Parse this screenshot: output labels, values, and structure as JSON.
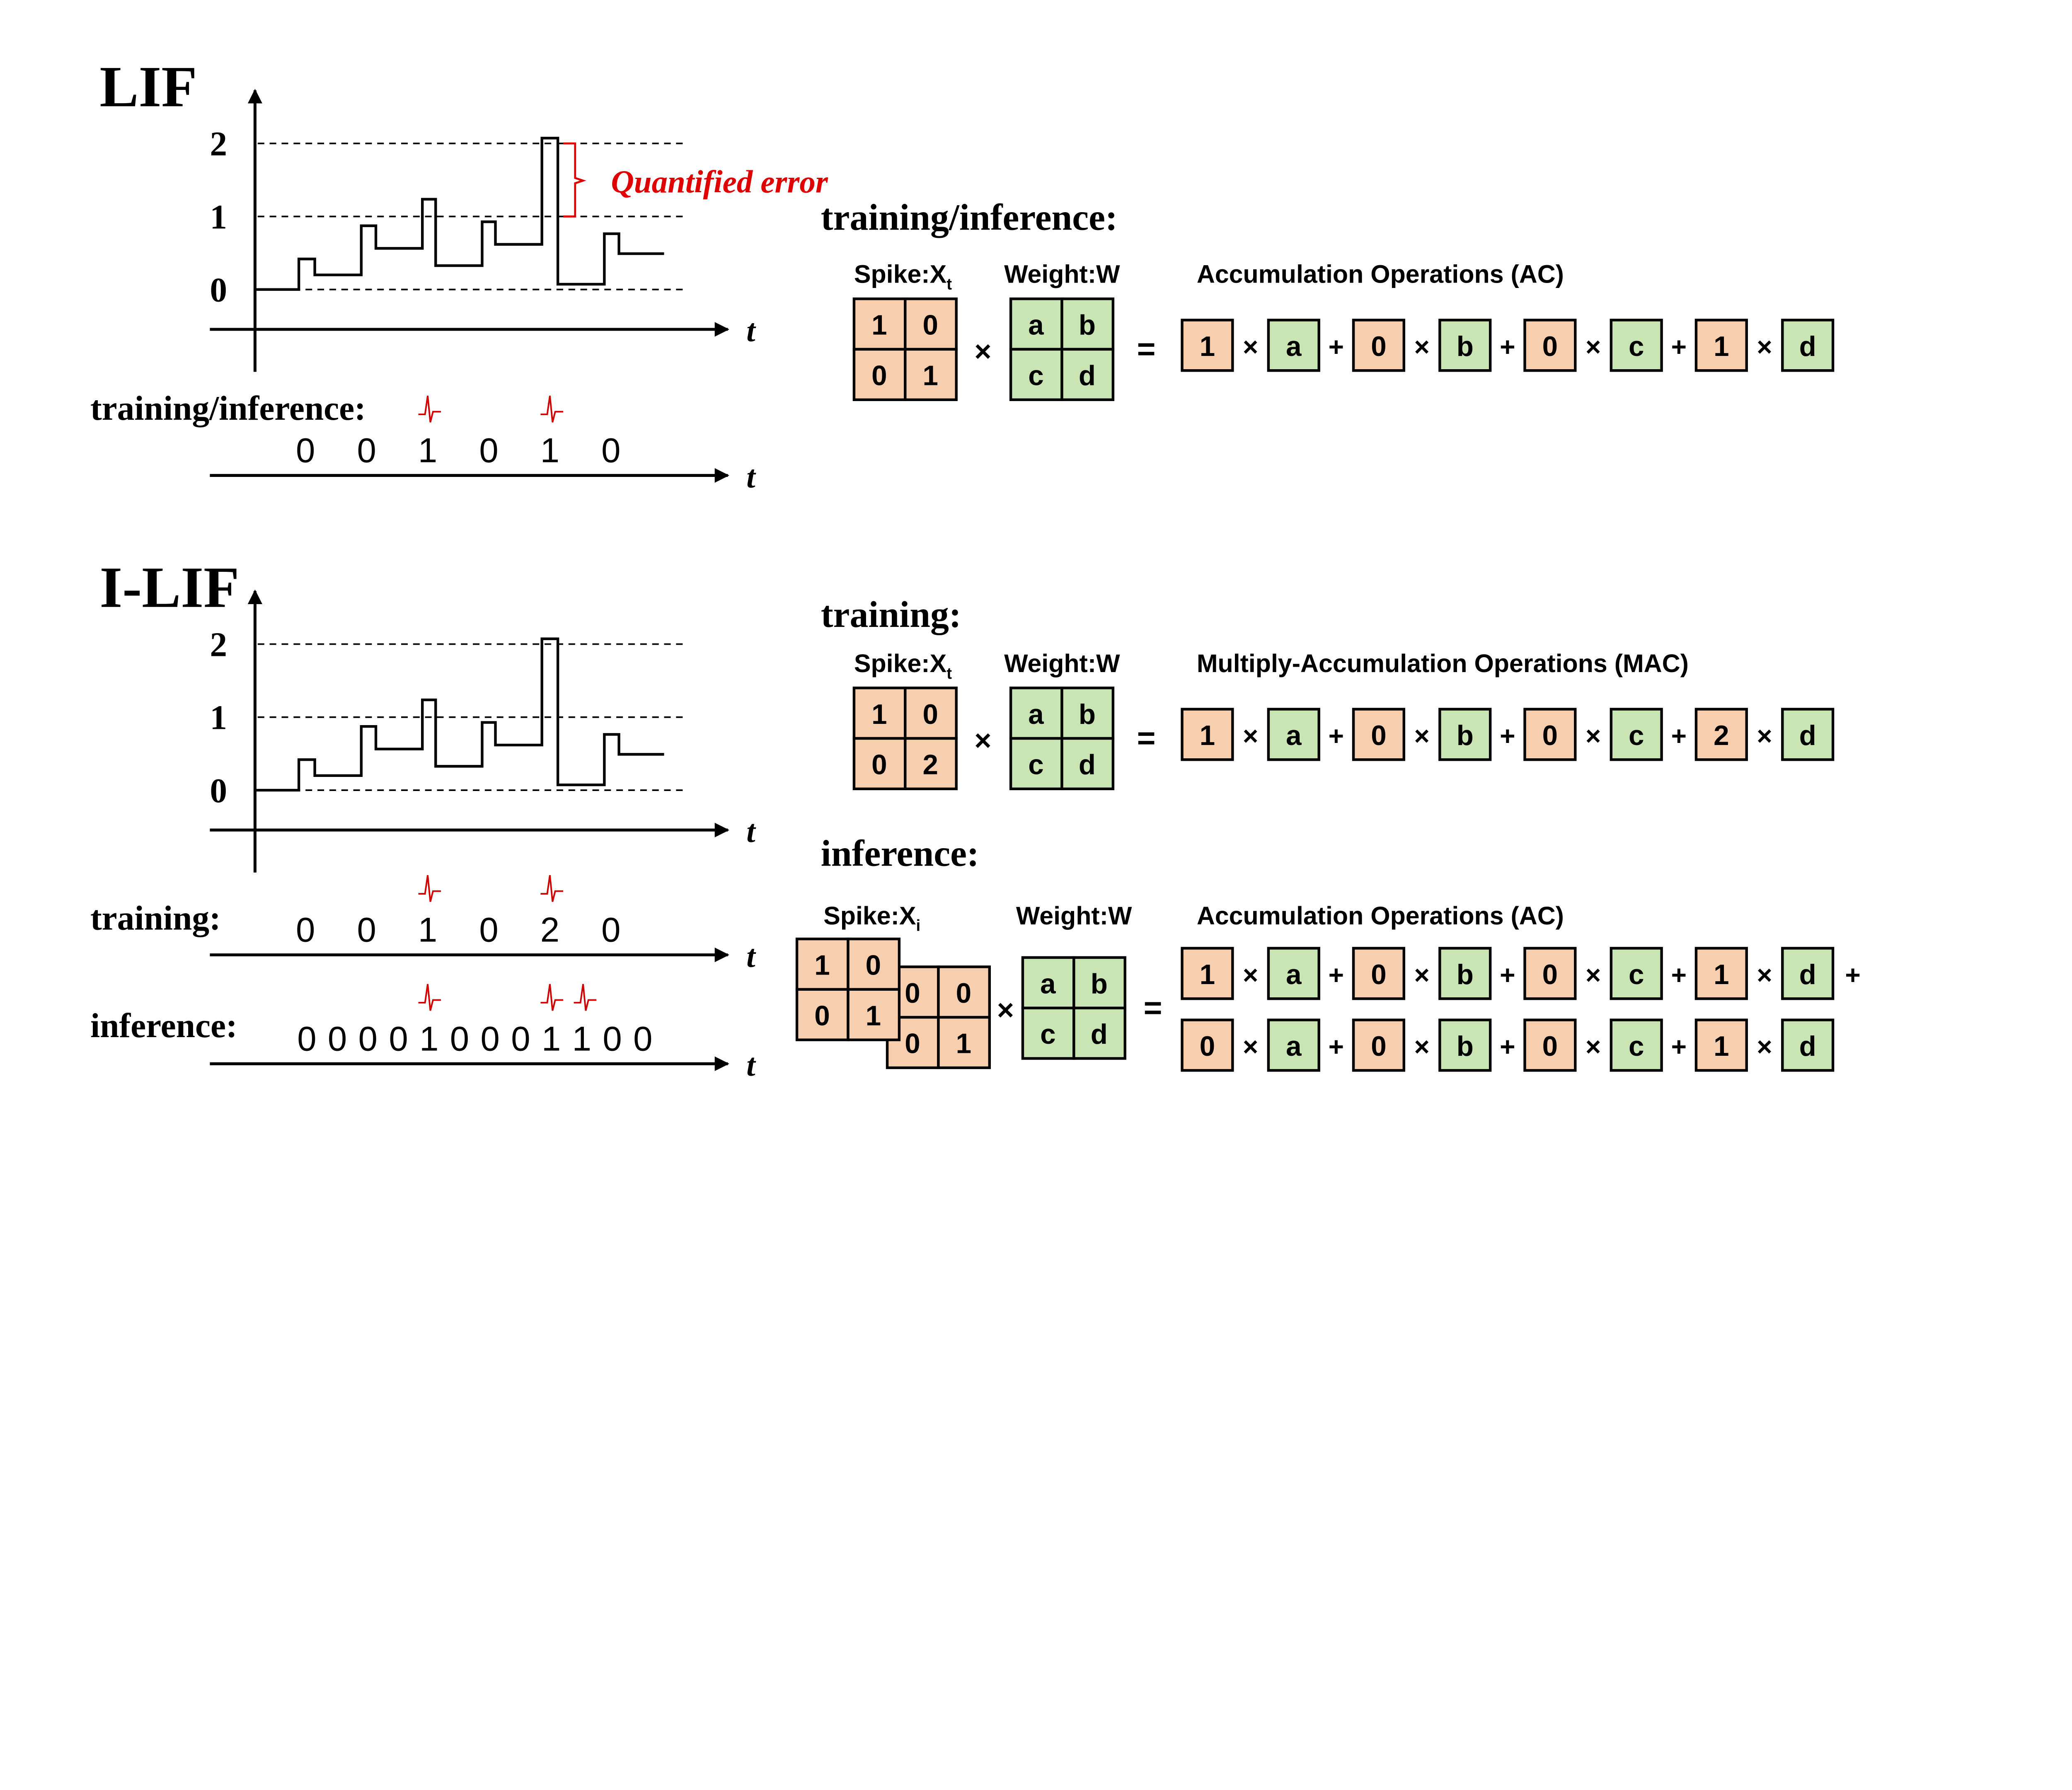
{
  "lif": {
    "title": "LIF",
    "y_ticks": [
      "2",
      "1",
      "0"
    ],
    "axis_t": "t",
    "error_label": "Quantified error",
    "row_label": "training/inference:",
    "spikes": [
      "0",
      "0",
      "1",
      "0",
      "1",
      "0"
    ]
  },
  "ilif": {
    "title": "I-LIF",
    "y_ticks": [
      "2",
      "1",
      "0"
    ],
    "axis_t": "t",
    "training_label": "training:",
    "training_spikes": [
      "0",
      "0",
      "1",
      "0",
      "2",
      "0"
    ],
    "inference_label": "inference:",
    "inference_spikes": [
      "0",
      "0",
      "0",
      "0",
      "1",
      "0",
      "0",
      "0",
      "1",
      "1",
      "0",
      "0"
    ]
  },
  "panels": [
    {
      "title": "training/inference:",
      "spike_label": "Spike:X",
      "spike_sub": "t",
      "weight_label": "Weight:W",
      "op_label": "Accumulation Operations (AC)",
      "spike_matrix": [
        "1",
        "0",
        "0",
        "1"
      ],
      "weight_matrix": [
        "a",
        "b",
        "c",
        "d"
      ],
      "rows": [
        [
          "1",
          "a",
          "0",
          "b",
          "0",
          "c",
          "1",
          "d"
        ]
      ]
    },
    {
      "title": "training:",
      "spike_label": "Spike:X",
      "spike_sub": "t",
      "weight_label": "Weight:W",
      "op_label": "Multiply-Accumulation Operations (MAC)",
      "spike_matrix": [
        "1",
        "0",
        "0",
        "2"
      ],
      "weight_matrix": [
        "a",
        "b",
        "c",
        "d"
      ],
      "rows": [
        [
          "1",
          "a",
          "0",
          "b",
          "0",
          "c",
          "2",
          "d"
        ]
      ]
    },
    {
      "title": "inference:",
      "spike_label": "Spike:X",
      "spike_sub": "i",
      "weight_label": "Weight:W",
      "op_label": "Accumulation Operations (AC)",
      "spike_matrix": [
        "1",
        "0",
        "0",
        "1"
      ],
      "spike_matrix_back": [
        "0",
        "0",
        "0",
        "1"
      ],
      "weight_matrix": [
        "a",
        "b",
        "c",
        "d"
      ],
      "rows": [
        [
          "1",
          "a",
          "0",
          "b",
          "0",
          "c",
          "1",
          "d"
        ],
        [
          "0",
          "a",
          "0",
          "b",
          "0",
          "c",
          "1",
          "d"
        ]
      ]
    }
  ],
  "symbols": {
    "times": "×",
    "plus": "+",
    "equals": "="
  },
  "colors": {
    "spike_fill": "#f8cfae",
    "weight_fill": "#c9e5b4",
    "error": "#e00000",
    "spike_icon": "#d00000"
  }
}
